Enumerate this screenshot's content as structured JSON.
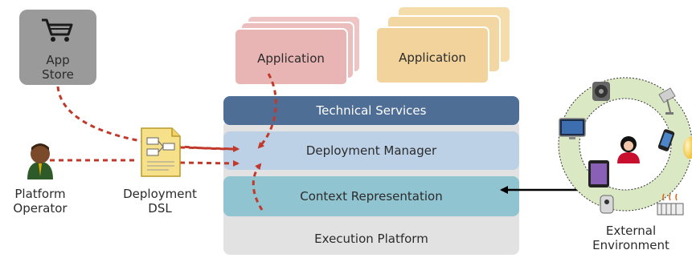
{
  "app_store": {
    "line1": "App",
    "line2": "Store"
  },
  "applications": [
    {
      "label": "Application"
    },
    {
      "label": "Application"
    }
  ],
  "layers": {
    "technical_services": "Technical Services",
    "deployment_manager": "Deployment Manager",
    "context_representation": "Context Representation",
    "execution_platform": "Execution Platform"
  },
  "platform_operator": {
    "line1": "Platform",
    "line2": "Operator"
  },
  "deployment_dsl": {
    "line1": "Deployment",
    "line2": "DSL"
  },
  "external_environment": {
    "line1": "External",
    "line2": "Environment"
  },
  "colors": {
    "app_store_bg": "#9a9a9a",
    "application_pink": "#e8b4b4",
    "application_tan": "#f1d39b",
    "technical_services": "#4e6e95",
    "deployment_manager": "#bcd0e6",
    "context_representation": "#91c4d1",
    "execution_platform": "#e2e2e2",
    "environment_ring": "#dbe8c4",
    "arrow_red": "#c0392b"
  },
  "icons": [
    "shopping-cart-icon",
    "operator-person-icon",
    "document-icon",
    "speaker-icon",
    "lamp-icon",
    "tv-icon",
    "phone-icon",
    "tablet-icon",
    "user-icon",
    "sensor-icon",
    "heater-icon",
    "bulb-icon"
  ]
}
